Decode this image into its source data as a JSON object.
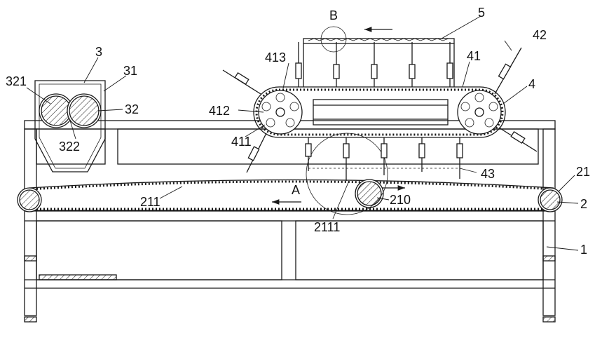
{
  "labels": {
    "l1": "1",
    "l2": "2",
    "l21": "21",
    "l210": "210",
    "l211": "211",
    "l2111": "2111",
    "l3": "3",
    "l31": "31",
    "l32": "32",
    "l321": "321",
    "l322": "322",
    "l4": "4",
    "l41": "41",
    "l411": "411",
    "l412": "412",
    "l413": "413",
    "l42": "42",
    "l43": "43",
    "l5": "5",
    "lA": "A",
    "lB": "B"
  }
}
